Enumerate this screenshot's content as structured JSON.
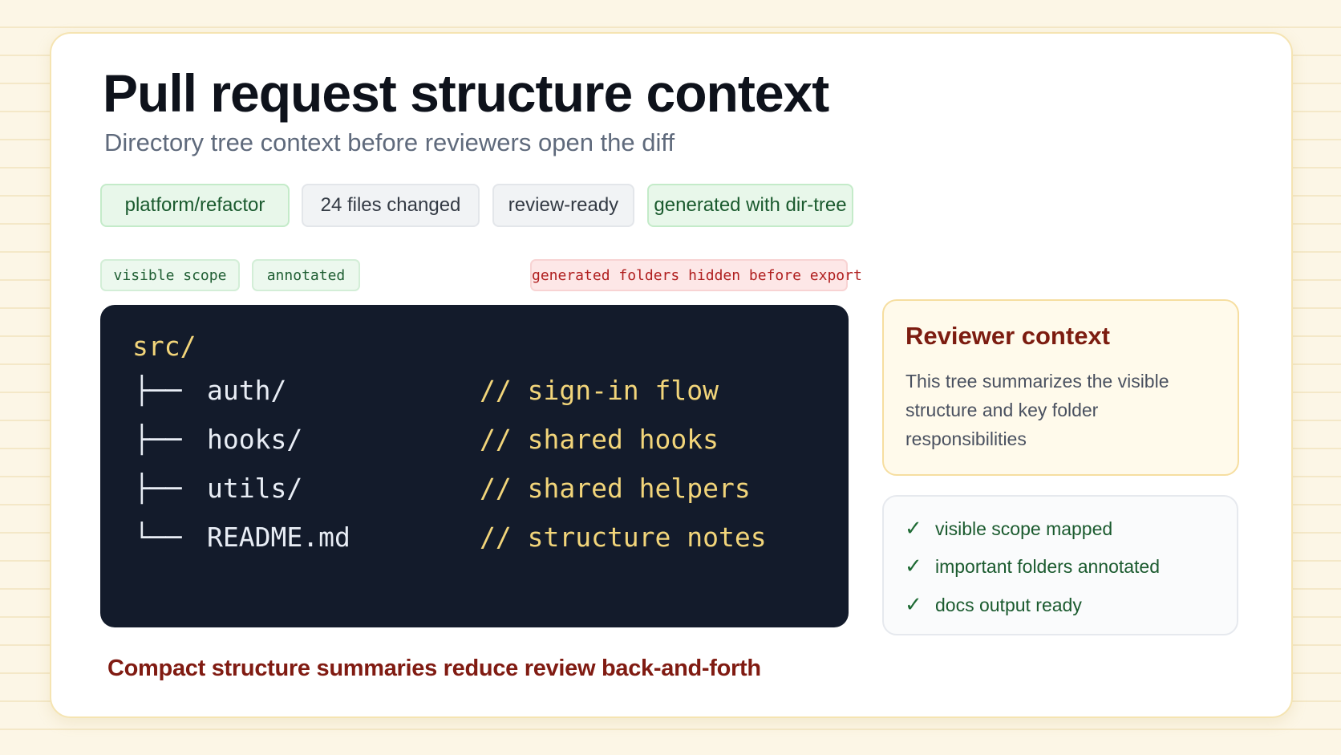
{
  "header": {
    "title": "Pull request structure context",
    "subtitle": "Directory tree context before reviewers open the diff"
  },
  "pills": [
    {
      "label": "platform/refactor",
      "style": "green"
    },
    {
      "label": "24 files changed",
      "style": "gray"
    },
    {
      "label": "review-ready",
      "style": "gray"
    },
    {
      "label": "generated with dir-tree",
      "style": "green"
    }
  ],
  "tags": [
    {
      "label": "visible scope",
      "style": "green"
    },
    {
      "label": "annotated",
      "style": "green"
    },
    {
      "label": "generated folders hidden before export",
      "style": "red"
    }
  ],
  "tree": {
    "root": "src/",
    "entries": [
      {
        "branch": "├──",
        "name": "auth/",
        "comment": "// sign-in flow"
      },
      {
        "branch": "├──",
        "name": "hooks/",
        "comment": "// shared hooks"
      },
      {
        "branch": "├──",
        "name": "utils/",
        "comment": "// shared helpers"
      },
      {
        "branch": "└──",
        "name": "README.md",
        "comment": "// structure notes"
      }
    ]
  },
  "footer_note": "Compact structure summaries reduce review back-and-forth",
  "reviewer_context": {
    "title": "Reviewer context",
    "body": "This tree summarizes the visible structure and key folder responsibilities"
  },
  "checklist": {
    "mark": "✓",
    "items": [
      "visible scope mapped",
      "important folders annotated",
      "docs output ready"
    ]
  },
  "colors": {
    "page_background": "#fcf6e6",
    "terminal_background": "#131b2b",
    "accent_yellow": "#f2d57a",
    "accent_dark_red": "#801b12",
    "success_green": "#1a5a2e"
  }
}
